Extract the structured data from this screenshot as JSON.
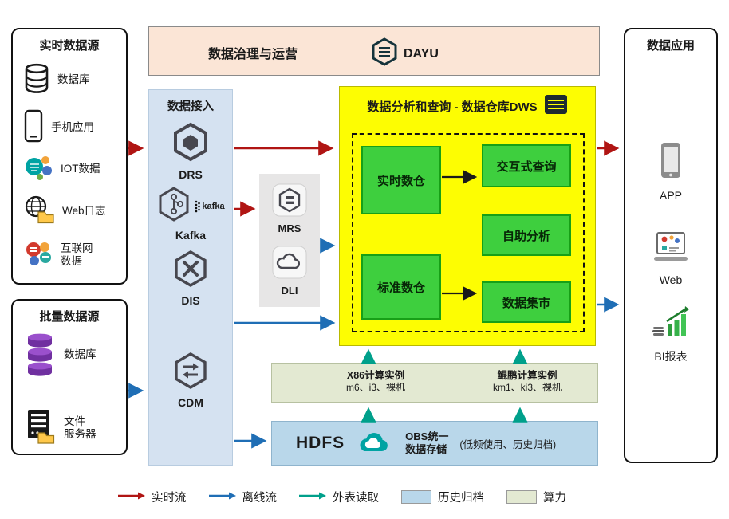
{
  "top_banner": {
    "title": "数据治理与运营",
    "product": "DAYU"
  },
  "realtime_sources": {
    "title": "实时数据源",
    "items": [
      {
        "label": "数据库"
      },
      {
        "label": "手机应用"
      },
      {
        "label": "IOT数据"
      },
      {
        "label": "Web日志"
      },
      {
        "label_line1": "互联网",
        "label_line2": "数据"
      }
    ]
  },
  "batch_sources": {
    "title": "批量数据源",
    "items": [
      {
        "label": "数据库"
      },
      {
        "label_line1": "文件",
        "label_line2": "服务器"
      }
    ]
  },
  "ingestion": {
    "title": "数据接入",
    "drs": "DRS",
    "kafka": "Kafka",
    "kafka_logo_text": "kafka",
    "dis": "DIS",
    "cdm": "CDM"
  },
  "processing": {
    "mrs": "MRS",
    "dli": "DLI"
  },
  "dws": {
    "title": "数据分析和查询 - 数据仓库DWS",
    "left_boxes": [
      "实时数仓",
      "标准数仓"
    ],
    "right_boxes": [
      "交互式查询",
      "自助分析",
      "数据集市"
    ]
  },
  "compute": {
    "x86_title": "X86计算实例",
    "x86_detail": "m6、i3、裸机",
    "kunpeng_title": "鲲鹏计算实例",
    "kunpeng_detail": "km1、ki3、裸机"
  },
  "storage": {
    "hdfs": "HDFS",
    "obs_line1": "OBS统一",
    "obs_line2": "数据存储",
    "obs_note": "(低频使用、历史归档)"
  },
  "apps": {
    "title": "数据应用",
    "items": [
      "APP",
      "Web",
      "BI报表"
    ]
  },
  "legend": {
    "realtime": "实时流",
    "offline": "离线流",
    "external": "外表读取",
    "archive": "历史归档",
    "compute": "算力"
  },
  "colors": {
    "realtime_flow": "#b01513",
    "offline_flow": "#1f6eb5",
    "external_read": "#00a08b",
    "archive_swatch": "#b9d7ea",
    "compute_swatch": "#e3e9d2",
    "dws_background": "#fdfd02",
    "warehouse_green": "#3ecf3e"
  }
}
